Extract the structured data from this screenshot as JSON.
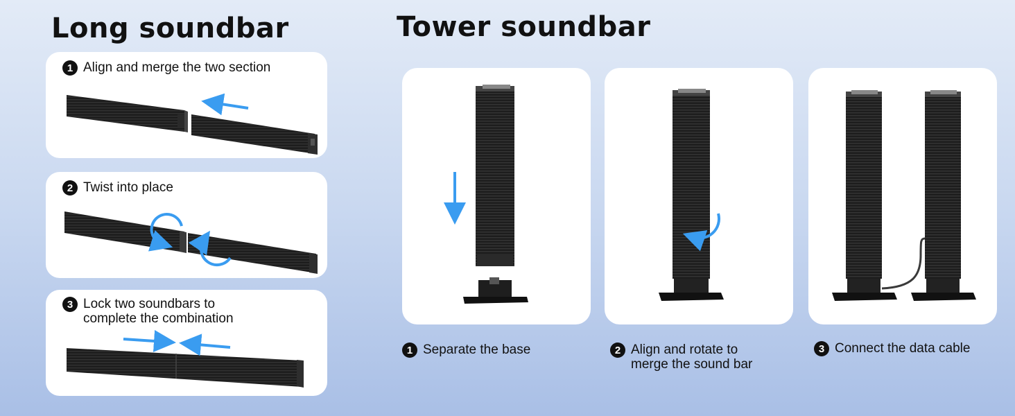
{
  "left": {
    "title": "Long soundbar",
    "steps": [
      {
        "num": "1",
        "text": "Align and merge the two section"
      },
      {
        "num": "2",
        "text": "Twist into place"
      },
      {
        "num": "3",
        "text": "Lock two soundbars to\ncomplete the combination"
      }
    ]
  },
  "right": {
    "title": "Tower soundbar",
    "steps": [
      {
        "num": "1",
        "text": "Separate the base"
      },
      {
        "num": "2",
        "text": "Align and rotate to\nmerge the sound bar"
      },
      {
        "num": "3",
        "text": "Connect the data cable"
      }
    ]
  },
  "colors": {
    "arrow": "#3a9cf0",
    "speaker": "#1c1c1c",
    "background": "#c9d8f0"
  },
  "icons": [
    "arrow-left-icon",
    "arrow-right-icon",
    "arrow-down-icon",
    "rotate-icon"
  ]
}
